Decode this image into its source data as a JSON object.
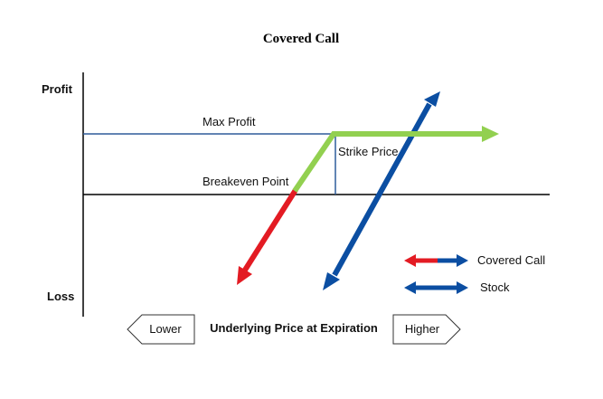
{
  "title": "Covered Call",
  "axis": {
    "y_top_label": "Profit",
    "y_bottom_label": "Loss",
    "x_label": "Underlying Price at Expiration"
  },
  "annotations": {
    "max_profit": "Max Profit",
    "strike_price": "Strike Price",
    "breakeven_point": "Breakeven Point"
  },
  "direction_buttons": {
    "lower": "Lower",
    "higher": "Higher"
  },
  "legend": [
    {
      "label": "Covered Call",
      "colors": [
        "#e31b23",
        "#0b4ea2"
      ]
    },
    {
      "label": "Stock",
      "colors": [
        "#0b4ea2",
        "#0b4ea2"
      ]
    }
  ],
  "colors": {
    "axis": "#000000",
    "guide": "#2e5c9a",
    "covered_call_profit": "#92d050",
    "covered_call_loss": "#e31b23",
    "stock": "#0b4ea2"
  }
}
